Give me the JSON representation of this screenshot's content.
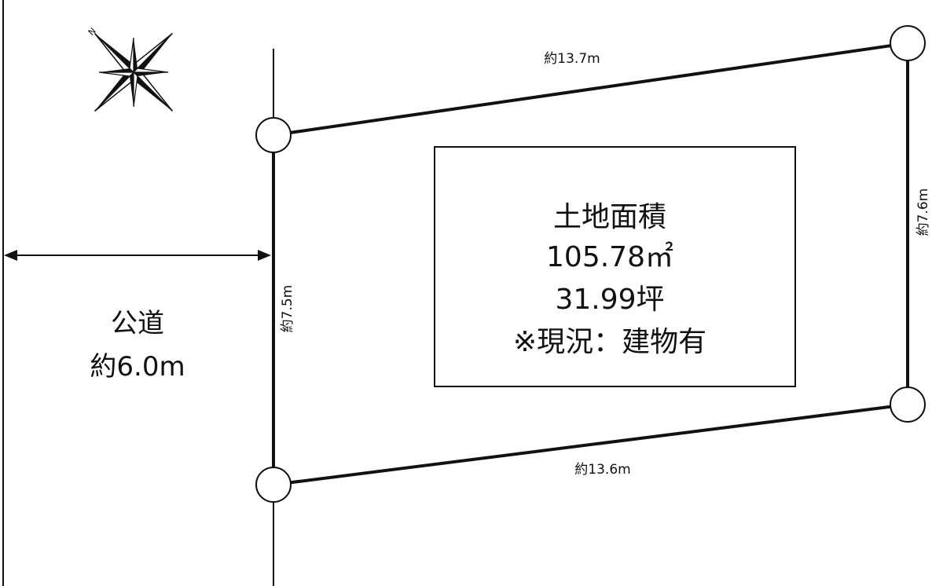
{
  "road": {
    "name": "公道",
    "width": "約6.0m"
  },
  "compass": {
    "north_letter": "N",
    "icon": "compass-rose-icon"
  },
  "lot": {
    "dimensions": {
      "north_side": "約13.7m",
      "south_side": "約13.6m",
      "road_frontage": "約7.5m",
      "rear_side": "約7.6m"
    },
    "area_box": {
      "title": "土地面積",
      "area_m2": "105.78㎡",
      "area_tsubo": "31.99坪",
      "note": "※現況：建物有"
    }
  },
  "colors": {
    "line": "#111111",
    "background": "#ffffff"
  }
}
